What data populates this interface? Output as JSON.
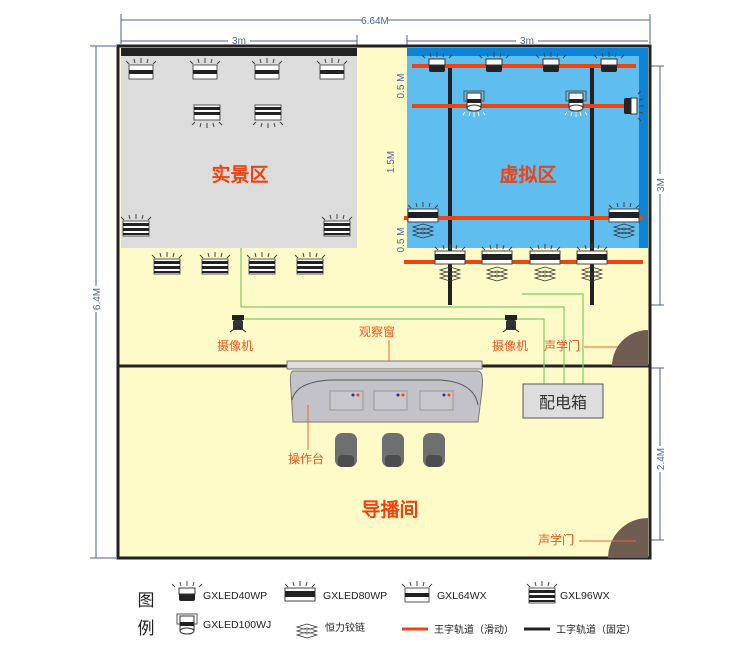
{
  "dimensions": {
    "total_width": "6.64M",
    "left_width": "3m",
    "right_width": "3m",
    "total_height": "6.4M",
    "virtual_height": "3M",
    "control_height": "2.4M",
    "rail_gap_top": "0.5 M",
    "rail_gap_mid": "1.5M",
    "rail_gap_bottom": "0.5 M"
  },
  "zones": {
    "real": "实景区",
    "virtual": "虚拟区",
    "control_room": "导播间"
  },
  "labels": {
    "camera_left": "摄像机",
    "camera_right": "摄像机",
    "observation_window": "观察窗",
    "acoustic_door_top": "声学门",
    "acoustic_door_bottom": "声学门",
    "console": "操作台",
    "distribution_box": "配电箱"
  },
  "legend": {
    "title_1": "图",
    "title_2": "例",
    "items": [
      {
        "icon": "gxled40wp-icon",
        "label": "GXLED40WP"
      },
      {
        "icon": "gxled80wp-icon",
        "label": "GXLED80WP"
      },
      {
        "icon": "gxl64wx-icon",
        "label": "GXL64WX"
      },
      {
        "icon": "gxl96wx-icon",
        "label": "GXL96WX"
      },
      {
        "icon": "gxled100wj-icon",
        "label": "GXLED100WJ"
      },
      {
        "icon": "hinge-icon",
        "label": "恒力铰链"
      },
      {
        "icon": "sliding-rail-icon",
        "label": "王字轨道（滑动）"
      },
      {
        "icon": "fixed-rail-icon",
        "label": "工字轨道（固定）"
      }
    ]
  },
  "colors": {
    "floor": "#fffbc8",
    "real_zone": "#dcdcdc",
    "virtual_zone": "#5fbdf0",
    "virtual_border": "#0a84d8",
    "sliding_rail": "#ee4411",
    "fixed_rail": "#222222",
    "cable": "#7ccc6c",
    "door": "#6f5d53"
  }
}
